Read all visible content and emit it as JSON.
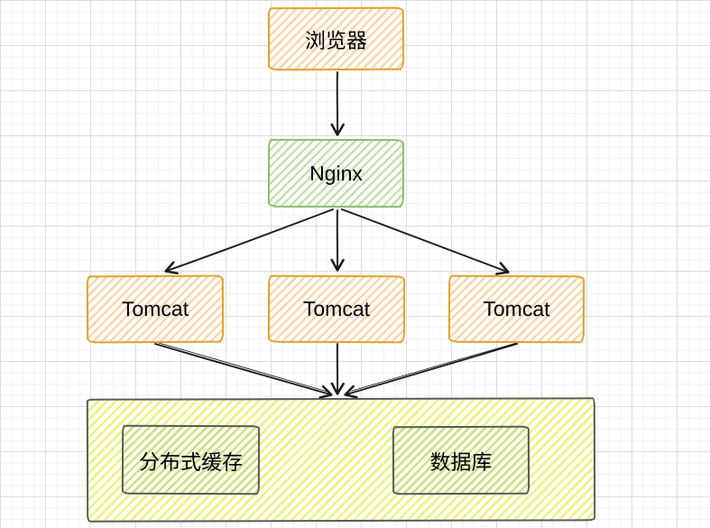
{
  "diagram": {
    "description": "Web cluster architecture sketch diagram on grid paper"
  },
  "colors": {
    "orange-border": "#dfa22c",
    "orange-hatch": "#f8d4a8",
    "green-border": "#8bbd6d",
    "green-hatch": "#c2ddad",
    "gray-border": "#5b5b5b",
    "yellow-hatch": "#f1f183",
    "inner-green-hatch": "#c9dd8a",
    "arrow": "#1c1c1c",
    "grid-minor": "#f2f2f2",
    "grid-major": "#dddddd",
    "text": "#000000"
  },
  "nodes": {
    "browser": {
      "label": "浏览器"
    },
    "nginx": {
      "label": "Nginx"
    },
    "tomcat_1": {
      "label": "Tomcat"
    },
    "tomcat_2": {
      "label": "Tomcat"
    },
    "tomcat_3": {
      "label": "Tomcat"
    },
    "cache": {
      "label": "分布式缓存"
    },
    "database": {
      "label": "数据库"
    }
  },
  "edges": [
    {
      "from": "浏览器",
      "to": "Nginx"
    },
    {
      "from": "Nginx",
      "to": "Tomcat-left"
    },
    {
      "from": "Nginx",
      "to": "Tomcat-center"
    },
    {
      "from": "Nginx",
      "to": "Tomcat-right"
    },
    {
      "from": "Tomcat-left",
      "to": "data-layer"
    },
    {
      "from": "Tomcat-center",
      "to": "data-layer"
    },
    {
      "from": "Tomcat-right",
      "to": "data-layer"
    }
  ]
}
